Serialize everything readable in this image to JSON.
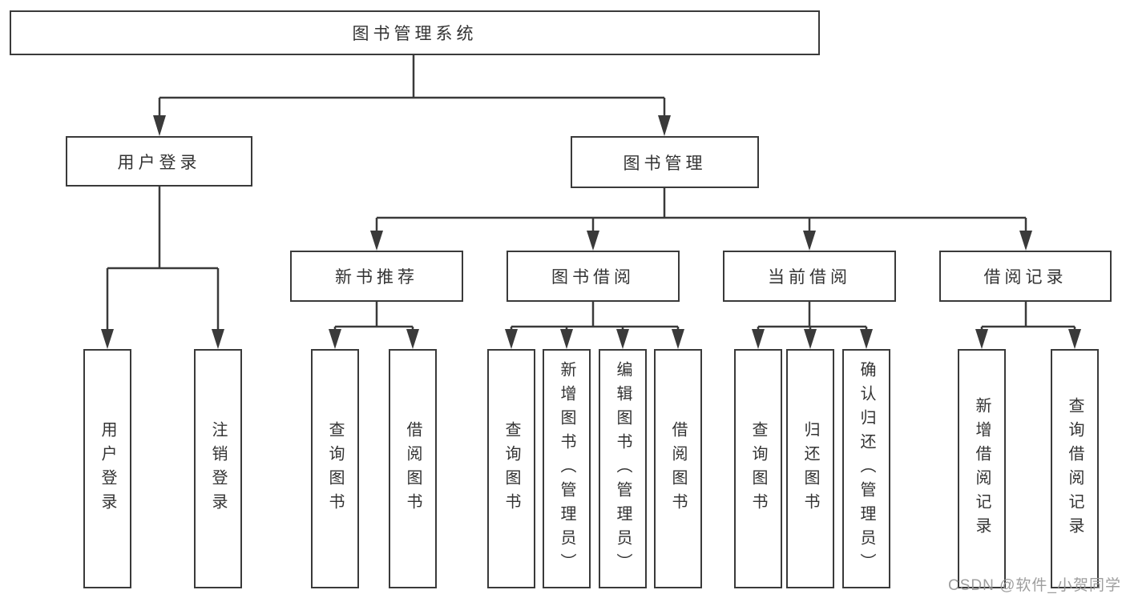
{
  "tree": {
    "root": {
      "label": "图书管理系统"
    },
    "branches": [
      {
        "label": "用户登录",
        "leaves": [
          "用户登录",
          "注销登录"
        ]
      },
      {
        "label": "图书管理",
        "groups": [
          {
            "label": "新书推荐",
            "leaves": [
              "查询图书",
              "借阅图书"
            ]
          },
          {
            "label": "图书借阅",
            "leaves": [
              "查询图书",
              "新增图书（管理员）",
              "编辑图书（管理员）",
              "借阅图书"
            ]
          },
          {
            "label": "当前借阅",
            "leaves": [
              "查询图书",
              "归还图书",
              "确认归还（管理员）"
            ]
          },
          {
            "label": "借阅记录",
            "leaves": [
              "新增借阅记录",
              "查询借阅记录"
            ]
          }
        ]
      }
    ]
  },
  "watermark": {
    "text": "CSDN @软件_小贺同学"
  },
  "colors": {
    "line": "#3a3a3a",
    "text": "#333333",
    "background": "#ffffff",
    "watermark": "#969696"
  }
}
